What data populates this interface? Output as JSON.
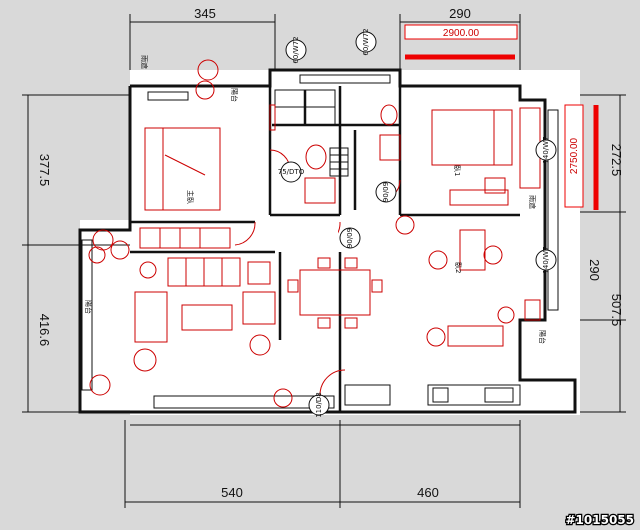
{
  "dimensions": {
    "top_left": "345",
    "top_right": "290",
    "left_upper": "377.5",
    "left_lower": "416.6",
    "right_upper": "272.5",
    "right_mid": "290",
    "right_lower": "507.5",
    "bottom_left": "540",
    "bottom_right": "460"
  },
  "highlights": {
    "horizontal": "2900.00",
    "vertical": "2750.00"
  },
  "door_tags": [
    "60/W72",
    "60/W72",
    "75/DTO",
    "90/09",
    "90/09",
    "110/D8",
    "140/W7",
    "140/W7"
  ],
  "room_labels": {
    "balcony_top": "陽台",
    "rain_shed": "雨遮",
    "bedroom_master": "主臥",
    "bedroom_two": "臥2",
    "bedroom_one": "臥1",
    "balcony_left": "陽台",
    "balcony_right": "陽台",
    "rain_shed_right": "雨遮"
  },
  "watermark": "#1015055",
  "colors": {
    "wall": "#111111",
    "furniture": "#cc0000",
    "highlight": "#ee0000",
    "background": "#d9d9d9",
    "paper": "#ffffff"
  }
}
